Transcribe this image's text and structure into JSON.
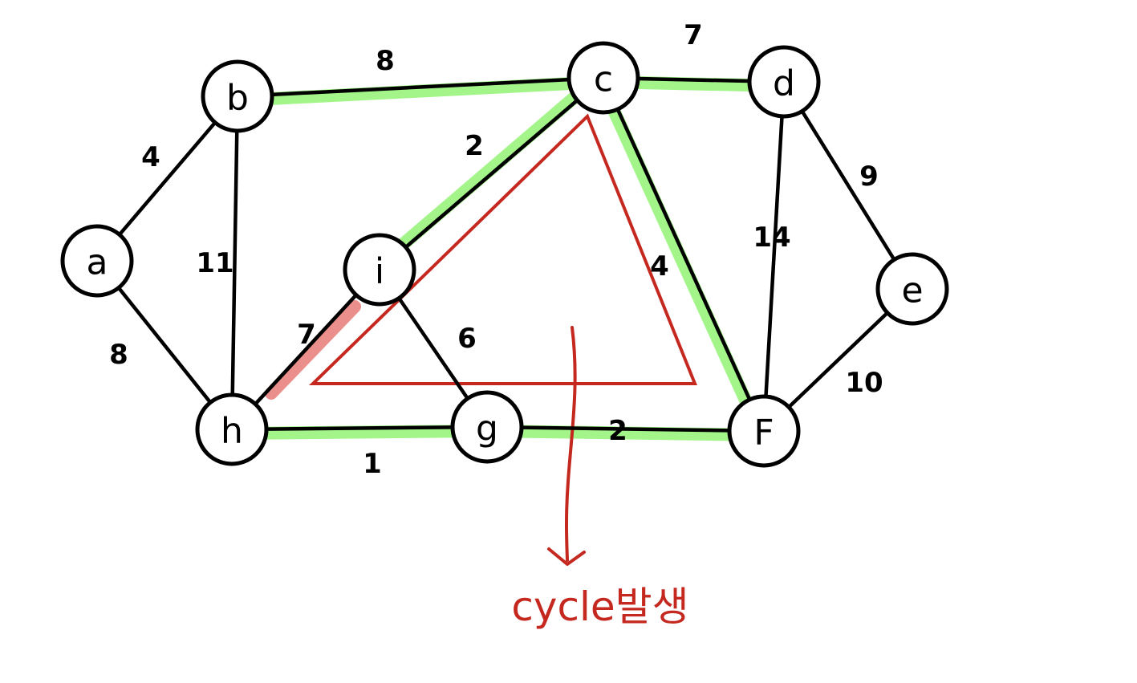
{
  "colors": {
    "mst_highlight": "#a3f58a",
    "rejected_highlight": "#ea8f8c",
    "cycle_annotation": "#c4281f",
    "ink": "#000000"
  },
  "nodes": [
    {
      "id": "a",
      "label": "a"
    },
    {
      "id": "b",
      "label": "b"
    },
    {
      "id": "c",
      "label": "c"
    },
    {
      "id": "d",
      "label": "d"
    },
    {
      "id": "e",
      "label": "e"
    },
    {
      "id": "f",
      "label": "F"
    },
    {
      "id": "g",
      "label": "g"
    },
    {
      "id": "h",
      "label": "h"
    },
    {
      "id": "i",
      "label": "i"
    }
  ],
  "edges": [
    {
      "from": "a",
      "to": "b",
      "weight": "4",
      "highlight": "none"
    },
    {
      "from": "a",
      "to": "h",
      "weight": "8",
      "highlight": "none"
    },
    {
      "from": "b",
      "to": "h",
      "weight": "11",
      "highlight": "none"
    },
    {
      "from": "b",
      "to": "c",
      "weight": "8",
      "highlight": "mst"
    },
    {
      "from": "c",
      "to": "d",
      "weight": "7",
      "highlight": "mst"
    },
    {
      "from": "c",
      "to": "i",
      "weight": "2",
      "highlight": "mst"
    },
    {
      "from": "c",
      "to": "f",
      "weight": "4",
      "highlight": "mst"
    },
    {
      "from": "d",
      "to": "f",
      "weight": "14",
      "highlight": "none"
    },
    {
      "from": "d",
      "to": "e",
      "weight": "9",
      "highlight": "none"
    },
    {
      "from": "e",
      "to": "f",
      "weight": "10",
      "highlight": "none"
    },
    {
      "from": "h",
      "to": "i",
      "weight": "7",
      "highlight": "rejected"
    },
    {
      "from": "i",
      "to": "g",
      "weight": "6",
      "highlight": "none"
    },
    {
      "from": "h",
      "to": "g",
      "weight": "1",
      "highlight": "mst"
    },
    {
      "from": "g",
      "to": "f",
      "weight": "2",
      "highlight": "mst"
    }
  ],
  "annotation": {
    "text": "cycle발생"
  }
}
